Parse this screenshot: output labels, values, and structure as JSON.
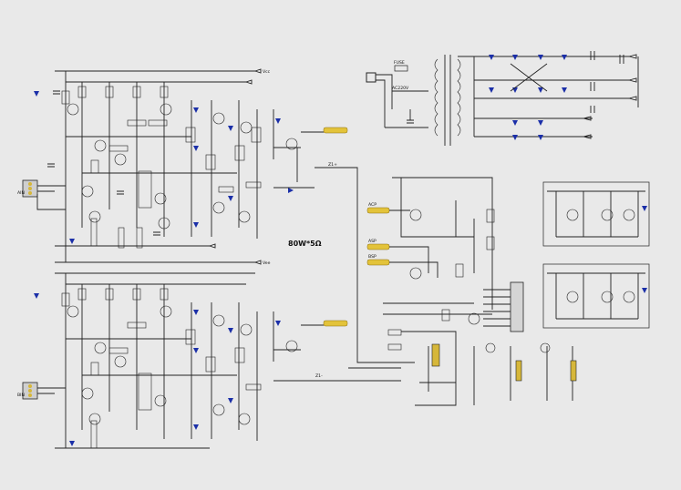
{
  "schematic": {
    "title": "80W*5Ω",
    "input_left_top": "AIN",
    "input_left_bottom": "BIN",
    "bus_left": "Vcc",
    "bus_right": "Vee",
    "line_a": "Z1+",
    "line_b": "Z1-",
    "ac_label": "AC220V",
    "fuse_label": "FUSE",
    "inputs_mid": [
      "ACP",
      "ASP",
      "BSP"
    ],
    "colors": {
      "diode": "#1b2fa8",
      "pad": "#e3c33a",
      "wire": "#222222",
      "background": "#e9e9e9"
    }
  }
}
